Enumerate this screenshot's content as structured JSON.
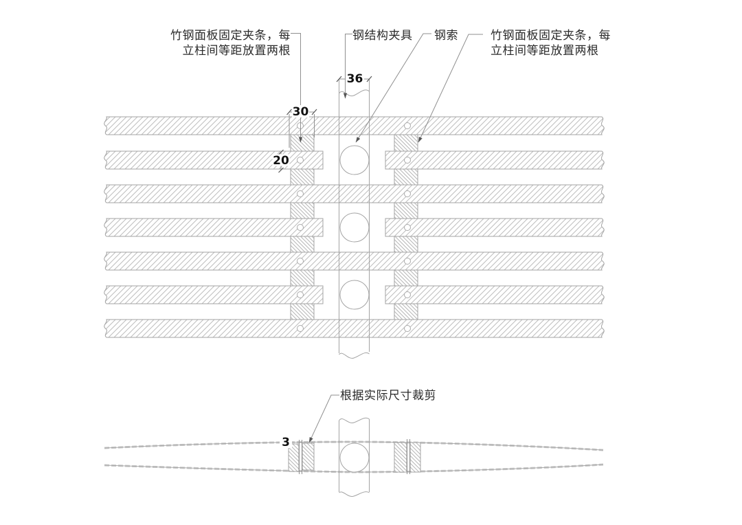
{
  "colors": {
    "background": "#ffffff",
    "outline": "#a3a3a3",
    "leader_line": "#8f8f8f",
    "hatch_panel": "#bdbdbd",
    "hatch_strip": "#b6b6b6",
    "label_text": "#2a2a2a",
    "dimension_text": "#111111",
    "arrowhead": "#555555"
  },
  "labels": {
    "left_clamp_line1": "竹钢面板固定夹条，每",
    "left_clamp_line2": "立柱间等距放置两根",
    "steel_clamp": "钢结构夹具",
    "steel_cable": "钢索",
    "right_clamp_line1": "竹钢面板固定夹条，每",
    "right_clamp_line2": "立柱间等距放置两根",
    "cut_note": "根据实际尺寸裁剪"
  },
  "dimensions": {
    "column_width": "36",
    "clamp_strip_width": "30",
    "panel_thickness": "20",
    "cut_strip_width": "3"
  }
}
